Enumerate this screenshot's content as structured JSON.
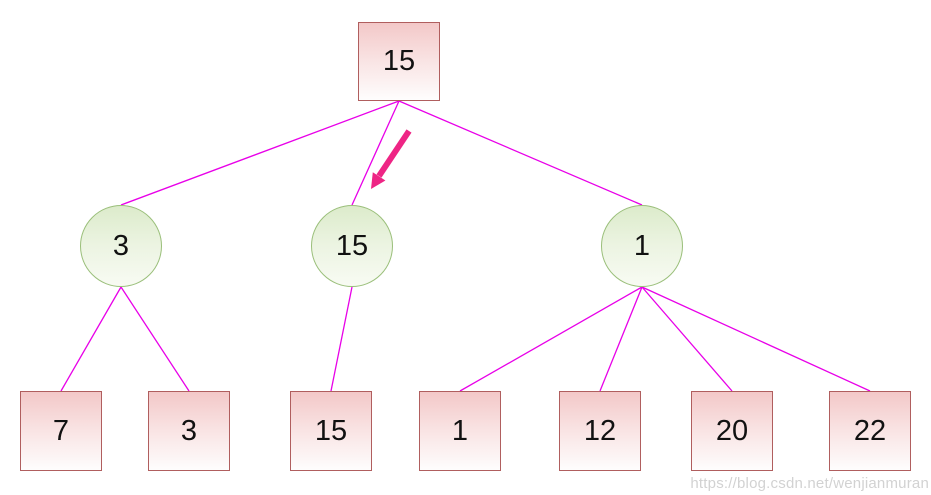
{
  "diagram": {
    "description": "Tree diagram of values with a highlight arrow pointing to the middle child node",
    "nodes": {
      "root": {
        "id": "root",
        "label": "15",
        "shape": "square"
      },
      "internal": [
        {
          "id": "c3",
          "label": "3",
          "shape": "circle"
        },
        {
          "id": "c15",
          "label": "15",
          "shape": "circle"
        },
        {
          "id": "c1",
          "label": "1",
          "shape": "circle"
        }
      ],
      "leaves": [
        {
          "id": "l7",
          "label": "7",
          "shape": "square"
        },
        {
          "id": "l3",
          "label": "3",
          "shape": "square"
        },
        {
          "id": "l15",
          "label": "15",
          "shape": "square"
        },
        {
          "id": "l1",
          "label": "1",
          "shape": "square"
        },
        {
          "id": "l12",
          "label": "12",
          "shape": "square"
        },
        {
          "id": "l20",
          "label": "20",
          "shape": "square"
        },
        {
          "id": "l22",
          "label": "22",
          "shape": "square"
        }
      ]
    },
    "edges": [
      {
        "from": "root",
        "to": "c3"
      },
      {
        "from": "root",
        "to": "c15"
      },
      {
        "from": "root",
        "to": "c1"
      },
      {
        "from": "c3",
        "to": "l7"
      },
      {
        "from": "c3",
        "to": "l3"
      },
      {
        "from": "c15",
        "to": "l15"
      },
      {
        "from": "c1",
        "to": "l1"
      },
      {
        "from": "c1",
        "to": "l12"
      },
      {
        "from": "c1",
        "to": "l20"
      },
      {
        "from": "c1",
        "to": "l22"
      }
    ],
    "annotation_arrow": {
      "points_to": "c15",
      "color": "#ee2585"
    },
    "colors": {
      "edge": "#e800e8",
      "square_border": "#b05e5e",
      "square_fill_top": "#f3c8c8",
      "circle_border": "#9abf7a",
      "circle_fill_top": "#dcebcb",
      "arrow": "#ee2585",
      "background": "#ffffff"
    }
  },
  "watermark": {
    "text": "https://blog.csdn.net/wenjianmuran"
  }
}
